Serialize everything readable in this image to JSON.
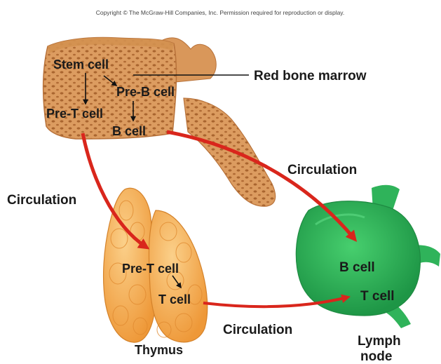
{
  "copyright": "Copyright © The McGraw-Hill Companies, Inc. Permission required for reproduction or display.",
  "labels": {
    "stem_cell": "Stem cell",
    "pre_b_cell": "Pre-B cell",
    "pre_t_cell_marrow": "Pre-T cell",
    "b_cell_marrow": "B cell",
    "red_bone_marrow": "Red bone marrow",
    "circulation_upper_right": "Circulation",
    "circulation_left": "Circulation",
    "circulation_bottom": "Circulation",
    "pre_t_cell_thymus": "Pre-T cell",
    "t_cell_thymus": "T cell",
    "thymus": "Thymus",
    "b_cell_node": "B cell",
    "t_cell_node": "T cell",
    "lymph": "Lymph",
    "node": "node"
  },
  "colors": {
    "bone": "#d9975a",
    "bone_dark": "#b8723a",
    "thymus": "#f2a64a",
    "thymus_light": "#f8c478",
    "lymph_node": "#2fb35a",
    "lymph_node_dark": "#1f8a42",
    "arrow_red": "#d9261c"
  }
}
